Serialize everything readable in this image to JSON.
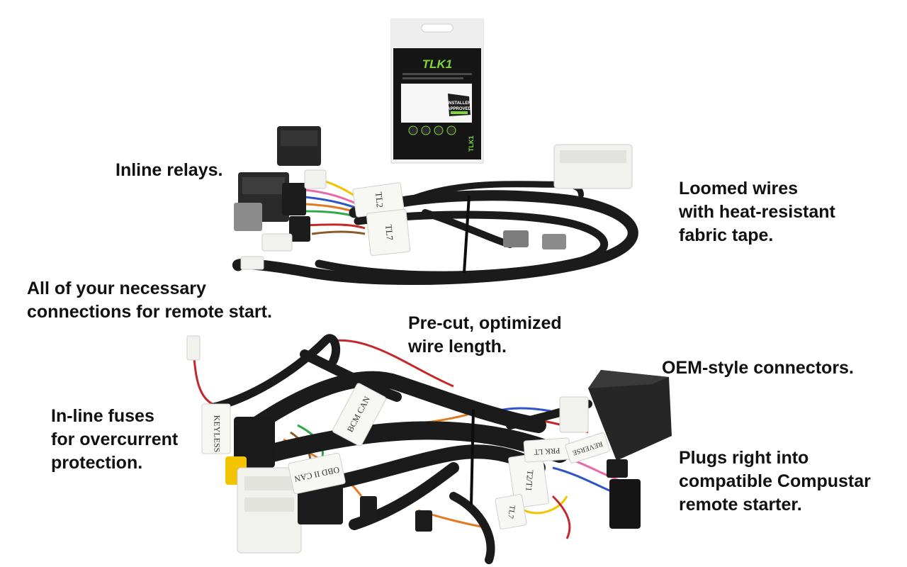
{
  "colors": {
    "background": "#ffffff",
    "text": "#111111",
    "loom": "#1b1b1b",
    "package_bg": "#151515",
    "accent_green": "#7fd63a",
    "wire_red": "#c3282a",
    "wire_orange": "#e07b22",
    "wire_yellow": "#f2c400",
    "wire_blue": "#2f56c6",
    "wire_pink": "#e86aa8",
    "connector_white": "#f1f1ee",
    "connector_gray": "#7c7c7c"
  },
  "package": {
    "title": "TLK1",
    "badge_line1": "INSTALLER",
    "badge_line2": "APPROVED",
    "spine": "TLK1"
  },
  "callouts": [
    {
      "lines": [
        "Inline relays."
      ]
    },
    {
      "lines": [
        "Loomed wires",
        "with heat-resistant",
        "fabric tape."
      ]
    },
    {
      "lines": [
        "All of your necessary",
        "connections for remote start."
      ]
    },
    {
      "lines": [
        "Pre-cut, optimized",
        "wire length."
      ]
    },
    {
      "lines": [
        "OEM-style connectors."
      ]
    },
    {
      "lines": [
        "In-line fuses",
        "for overcurrent",
        "protection."
      ]
    },
    {
      "lines": [
        "Plugs right into",
        "compatible Compustar",
        "remote starter."
      ]
    }
  ],
  "wire_labels": {
    "top": [
      "TL2",
      "TL7"
    ],
    "bottom": [
      "BCM CAN",
      "OBD II CAN",
      "T2/T1",
      "TL7",
      "PRK LT",
      "REVERSE",
      "KEYLESS"
    ]
  }
}
